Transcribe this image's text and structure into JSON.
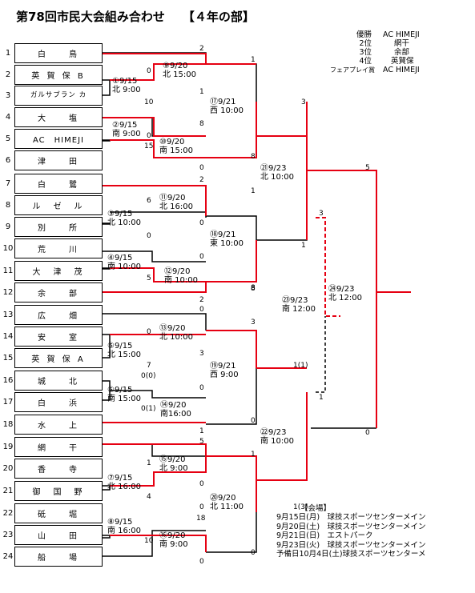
{
  "title": "第78回市民大会組み合わせ",
  "division": "【４年の部】",
  "results": [
    {
      "label": "優勝",
      "value": "AC HIMEJI"
    },
    {
      "label": "2位",
      "value": "網干"
    },
    {
      "label": "3位",
      "value": "余部"
    },
    {
      "label": "4位",
      "value": "英賀保"
    },
    {
      "label": "フェアプレイ賞",
      "value": "AC HIMEJI"
    }
  ],
  "teams": [
    {
      "seed": "1",
      "name": "白　　鳥"
    },
    {
      "seed": "2",
      "name": "英 賀 保 B"
    },
    {
      "seed": "3",
      "name": "ガルサブラン カ"
    },
    {
      "seed": "4",
      "name": "大　　塩"
    },
    {
      "seed": "5",
      "name": "AC　HIMEJI"
    },
    {
      "seed": "6",
      "name": "津　　田"
    },
    {
      "seed": "7",
      "name": "白　　鷺"
    },
    {
      "seed": "8",
      "name": "ル　ゼ　ル"
    },
    {
      "seed": "9",
      "name": "別　　所"
    },
    {
      "seed": "10",
      "name": "荒　　川"
    },
    {
      "seed": "11",
      "name": "大　津　茂"
    },
    {
      "seed": "12",
      "name": "余　　部"
    },
    {
      "seed": "13",
      "name": "広　　畑"
    },
    {
      "seed": "14",
      "name": "安　　室"
    },
    {
      "seed": "15",
      "name": "英 賀 保 A"
    },
    {
      "seed": "16",
      "name": "城　　北"
    },
    {
      "seed": "17",
      "name": "白　　浜"
    },
    {
      "seed": "18",
      "name": "水　　上"
    },
    {
      "seed": "19",
      "name": "網　　干"
    },
    {
      "seed": "20",
      "name": "香　　寺"
    },
    {
      "seed": "21",
      "name": "御　国　野"
    },
    {
      "seed": "22",
      "name": "砥　　堀"
    },
    {
      "seed": "23",
      "name": "山　　田"
    },
    {
      "seed": "24",
      "name": "船　　場"
    }
  ],
  "matches": [
    {
      "id": "m1",
      "label": "①9/15\n北 9:00"
    },
    {
      "id": "m2",
      "label": "②9/15\n南 9:00"
    },
    {
      "id": "m3",
      "label": "③9/15\n北 10:00"
    },
    {
      "id": "m4",
      "label": "④9/15\n南 10:00"
    },
    {
      "id": "m5",
      "label": "⑤9/15\n北 15:00"
    },
    {
      "id": "m6",
      "label": "⑥9/15\n南 15:00"
    },
    {
      "id": "m7",
      "label": "⑦9/15\n北 16:00"
    },
    {
      "id": "m8",
      "label": "⑧9/15\n南 16:00"
    },
    {
      "id": "m9",
      "label": "⑨9/20\n北 15:00"
    },
    {
      "id": "m10",
      "label": "⑩9/20\n南 15:00"
    },
    {
      "id": "m11",
      "label": "⑪9/20\n北 16:00"
    },
    {
      "id": "m12",
      "label": "⑫9/20\n南 10:00"
    },
    {
      "id": "m13",
      "label": "⑬9/20\n北 10:00"
    },
    {
      "id": "m14",
      "label": "⑭9/20\n南16:00"
    },
    {
      "id": "m15",
      "label": "⑮9/20\n北 9:00"
    },
    {
      "id": "m16",
      "label": "⑯9/20\n南 9:00"
    },
    {
      "id": "m17",
      "label": "⑰9/21\n西 10:00"
    },
    {
      "id": "m18",
      "label": "⑱9/21\n東 10:00"
    },
    {
      "id": "m19",
      "label": "⑲9/21\n西 9:00"
    },
    {
      "id": "m20",
      "label": "⑳9/20\n北 11:00"
    },
    {
      "id": "m21",
      "label": "㉑9/23\n北 10:00"
    },
    {
      "id": "m22",
      "label": "㉒9/23\n南 10:00"
    },
    {
      "id": "m23",
      "label": "㉓9/23\n南 12:00"
    },
    {
      "id": "m24",
      "label": "㉔9/23\n北 12:00"
    }
  ],
  "scores": {
    "s1": "2",
    "s2": "0",
    "s3": "1",
    "s4": "10",
    "s5": "8",
    "s6": "0",
    "s7": "15",
    "s8": "0",
    "s9": "2",
    "s10": "6",
    "s11": "0",
    "s12": "0",
    "s13": "0",
    "s14": "5",
    "s15": "8",
    "s16": "2",
    "s17": "0",
    "s18": "0",
    "s19": "3",
    "s20": "7",
    "s21": "0(0)",
    "s22": "0",
    "s23": "0(1)",
    "s24": "1",
    "s25": "5",
    "s26": "1",
    "s27": "0",
    "s28": "4",
    "s29": "0",
    "s30": "18",
    "s31": "10",
    "s32": "0",
    "s33": "1",
    "s34": "8",
    "s35": "1",
    "s36": "8",
    "s37": "3",
    "s38": "0",
    "s39": "1",
    "s40": "0",
    "s41": "3",
    "s42": "1",
    "s43": "1(1)",
    "s44": "1(3)",
    "s45": "3",
    "s46": "1",
    "s47": "5",
    "s48": "0"
  },
  "venue": {
    "heading": "【会場】",
    "lines": [
      "9月15日(月)　球技スポーツセンターメイン",
      "9月20日(土)　球技スポーツセンターメイン",
      "9月21日(日)　エストパーク",
      "9月23日(火)　球技スポーツセンターメイン",
      "予備日10月4日(土)球技スポーツセンターメ"
    ]
  }
}
